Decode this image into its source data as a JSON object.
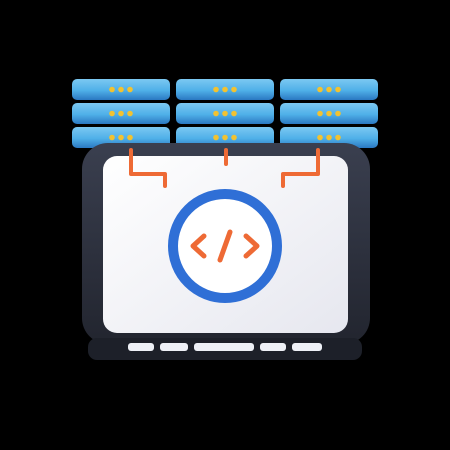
{
  "illustration": {
    "subject": "server-rack-connected-laptop-code-illustration",
    "code_symbol": "</>",
    "server_units_per_rack": 3,
    "racks": 3
  },
  "colors": {
    "background": "#000000",
    "server_blue": "#4fb0e8",
    "server_blue_dark": "#2a78c2",
    "led_yellow": "#f2c230",
    "laptop_frame": "#2b2f3c",
    "screen": "#f3f3f8",
    "cable_orange": "#ee6a35",
    "ring_blue": "#2f6fd6",
    "key_white": "#eef0f6"
  }
}
